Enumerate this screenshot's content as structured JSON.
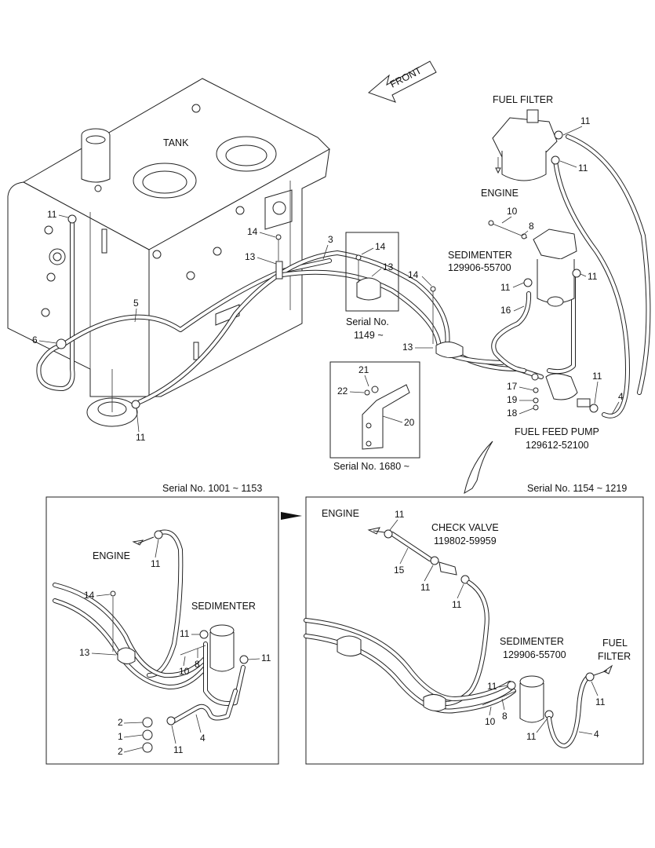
{
  "labels": {
    "front": "FRONT",
    "tank": "TANK",
    "fuel_filter": "FUEL FILTER",
    "engine": "ENGINE",
    "sedimenter": "SEDIMENTER",
    "sedimenter_part": "129906-55700",
    "serial_1149": "Serial No.",
    "serial_1149_range": "1149 ~",
    "serial_1680": "Serial No. 1680 ~",
    "fuel_feed_pump": "FUEL FEED PUMP",
    "fuel_feed_pump_part": "129612-52100",
    "serial_left": "Serial No. 1001 ~ 1153",
    "serial_right": "Serial No. 1154 ~ 1219",
    "check_valve": "CHECK VALVE",
    "check_valve_part": "119802-59959",
    "fuel": "FUEL",
    "filter": "FILTER"
  },
  "callouts": {
    "n1": "1",
    "n2": "2",
    "n3": "3",
    "n4": "4",
    "n5": "5",
    "n6": "6",
    "n8": "8",
    "n10": "10",
    "n11": "11",
    "n13": "13",
    "n14": "14",
    "n15": "15",
    "n16": "16",
    "n17": "17",
    "n18": "18",
    "n19": "19",
    "n20": "20",
    "n21": "21",
    "n22": "22"
  }
}
